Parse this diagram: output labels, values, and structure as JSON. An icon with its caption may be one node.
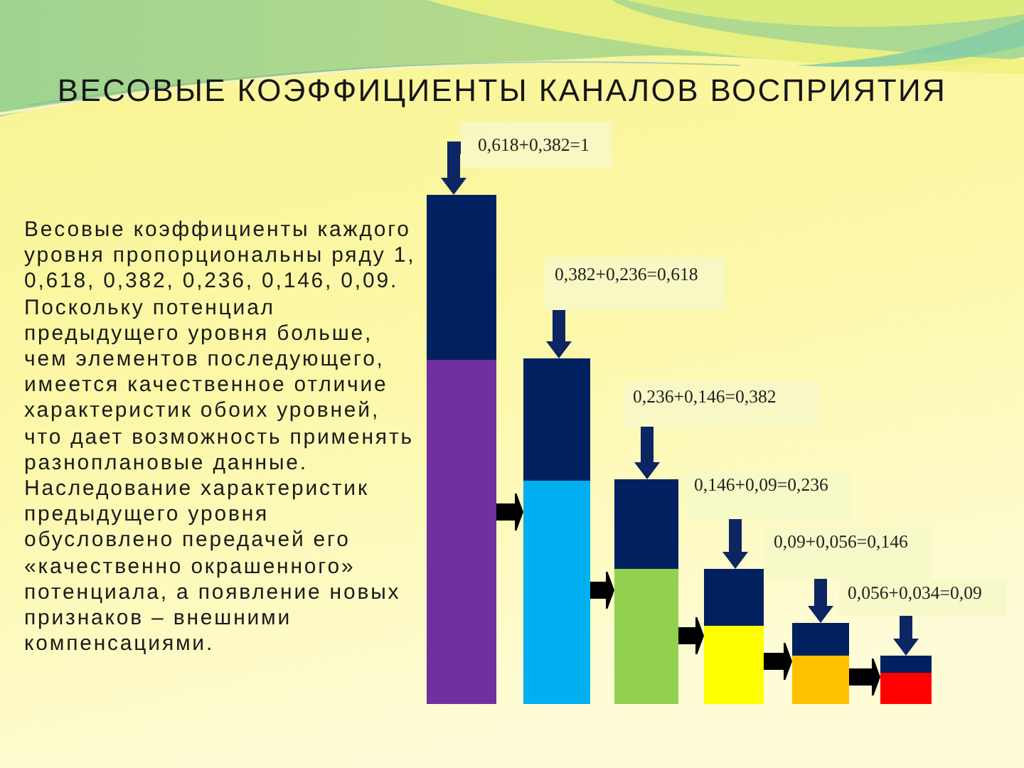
{
  "diagram": {
    "title": "ВЕСОВЫЕ КОЭФФИЦИЕНТЫ КАНАЛОВ ВОСПРИЯТИЯ",
    "nodes": [
      {
        "text": [
          "0,618+0,382=1"
        ]
      },
      {
        "text": [],
        "shape": "bar"
      },
      {
        "text": [
          "0,382+0,236=0,618"
        ]
      },
      {
        "text": [],
        "shape": "bar"
      },
      {
        "text": [
          "0,236+0,146=0,382"
        ]
      },
      {
        "text": [],
        "shape": "bar"
      },
      {
        "text": [
          "0,146+0,09=0,236"
        ]
      },
      {
        "text": [],
        "shape": "bar"
      },
      {
        "text": [
          "0,09+0,056=0,146"
        ]
      },
      {
        "text": [],
        "shape": "bar"
      },
      {
        "text": [
          "0,056+0,034=0,09"
        ]
      },
      {
        "text": [],
        "shape": "bar"
      }
    ],
    "edges": [
      {
        "from": 0,
        "to": 1,
        "arrow": "to"
      },
      {
        "from": 2,
        "to": 3,
        "arrow": "to"
      },
      {
        "from": 4,
        "to": 5,
        "arrow": "to"
      },
      {
        "from": 6,
        "to": 7,
        "arrow": "to"
      },
      {
        "from": 8,
        "to": 9,
        "arrow": "to"
      },
      {
        "from": 10,
        "to": 11,
        "arrow": "to"
      },
      {
        "from": 1,
        "to": 3,
        "arrow": "to",
        "color": "#000000"
      },
      {
        "from": 3,
        "to": 5,
        "arrow": "to",
        "color": "#000000"
      },
      {
        "from": 5,
        "to": 7,
        "arrow": "to",
        "color": "#000000"
      },
      {
        "from": 7,
        "to": 9,
        "arrow": "to",
        "color": "#000000"
      },
      {
        "from": 9,
        "to": 11,
        "arrow": "to",
        "color": "#000000"
      }
    ],
    "labels": [
      "Весовые коэффициенты каждого уровня пропорциональны ряду 1, 0,618, 0,382, 0,236, 0,146, 0,09. Поскольку потенциал предыдущего уровня больше, чем элементов последующего, имеется качественное отличие характеристик обоих уровней, что дает возможность применять разноплановые данные. Наследование характеристик предыдущего уровня обусловлено передачей его «качественно окрашенного» потенциала, а появление новых признаков – внешними компенсациями."
    ]
  }
}
